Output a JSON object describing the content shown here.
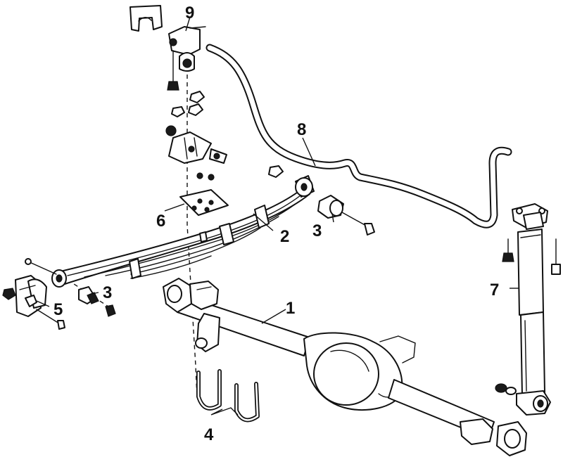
{
  "callouts": [
    {
      "id": "1",
      "text": "1"
    },
    {
      "id": "2",
      "text": "2"
    },
    {
      "id": "3a",
      "text": "3"
    },
    {
      "id": "3b",
      "text": "3"
    },
    {
      "id": "4",
      "text": "4"
    },
    {
      "id": "5",
      "text": "5"
    },
    {
      "id": "6",
      "text": "6"
    },
    {
      "id": "7",
      "text": "7"
    },
    {
      "id": "8",
      "text": "8"
    },
    {
      "id": "9",
      "text": "9"
    }
  ],
  "colors": {
    "ink": "#111111",
    "background": "#ffffff"
  }
}
